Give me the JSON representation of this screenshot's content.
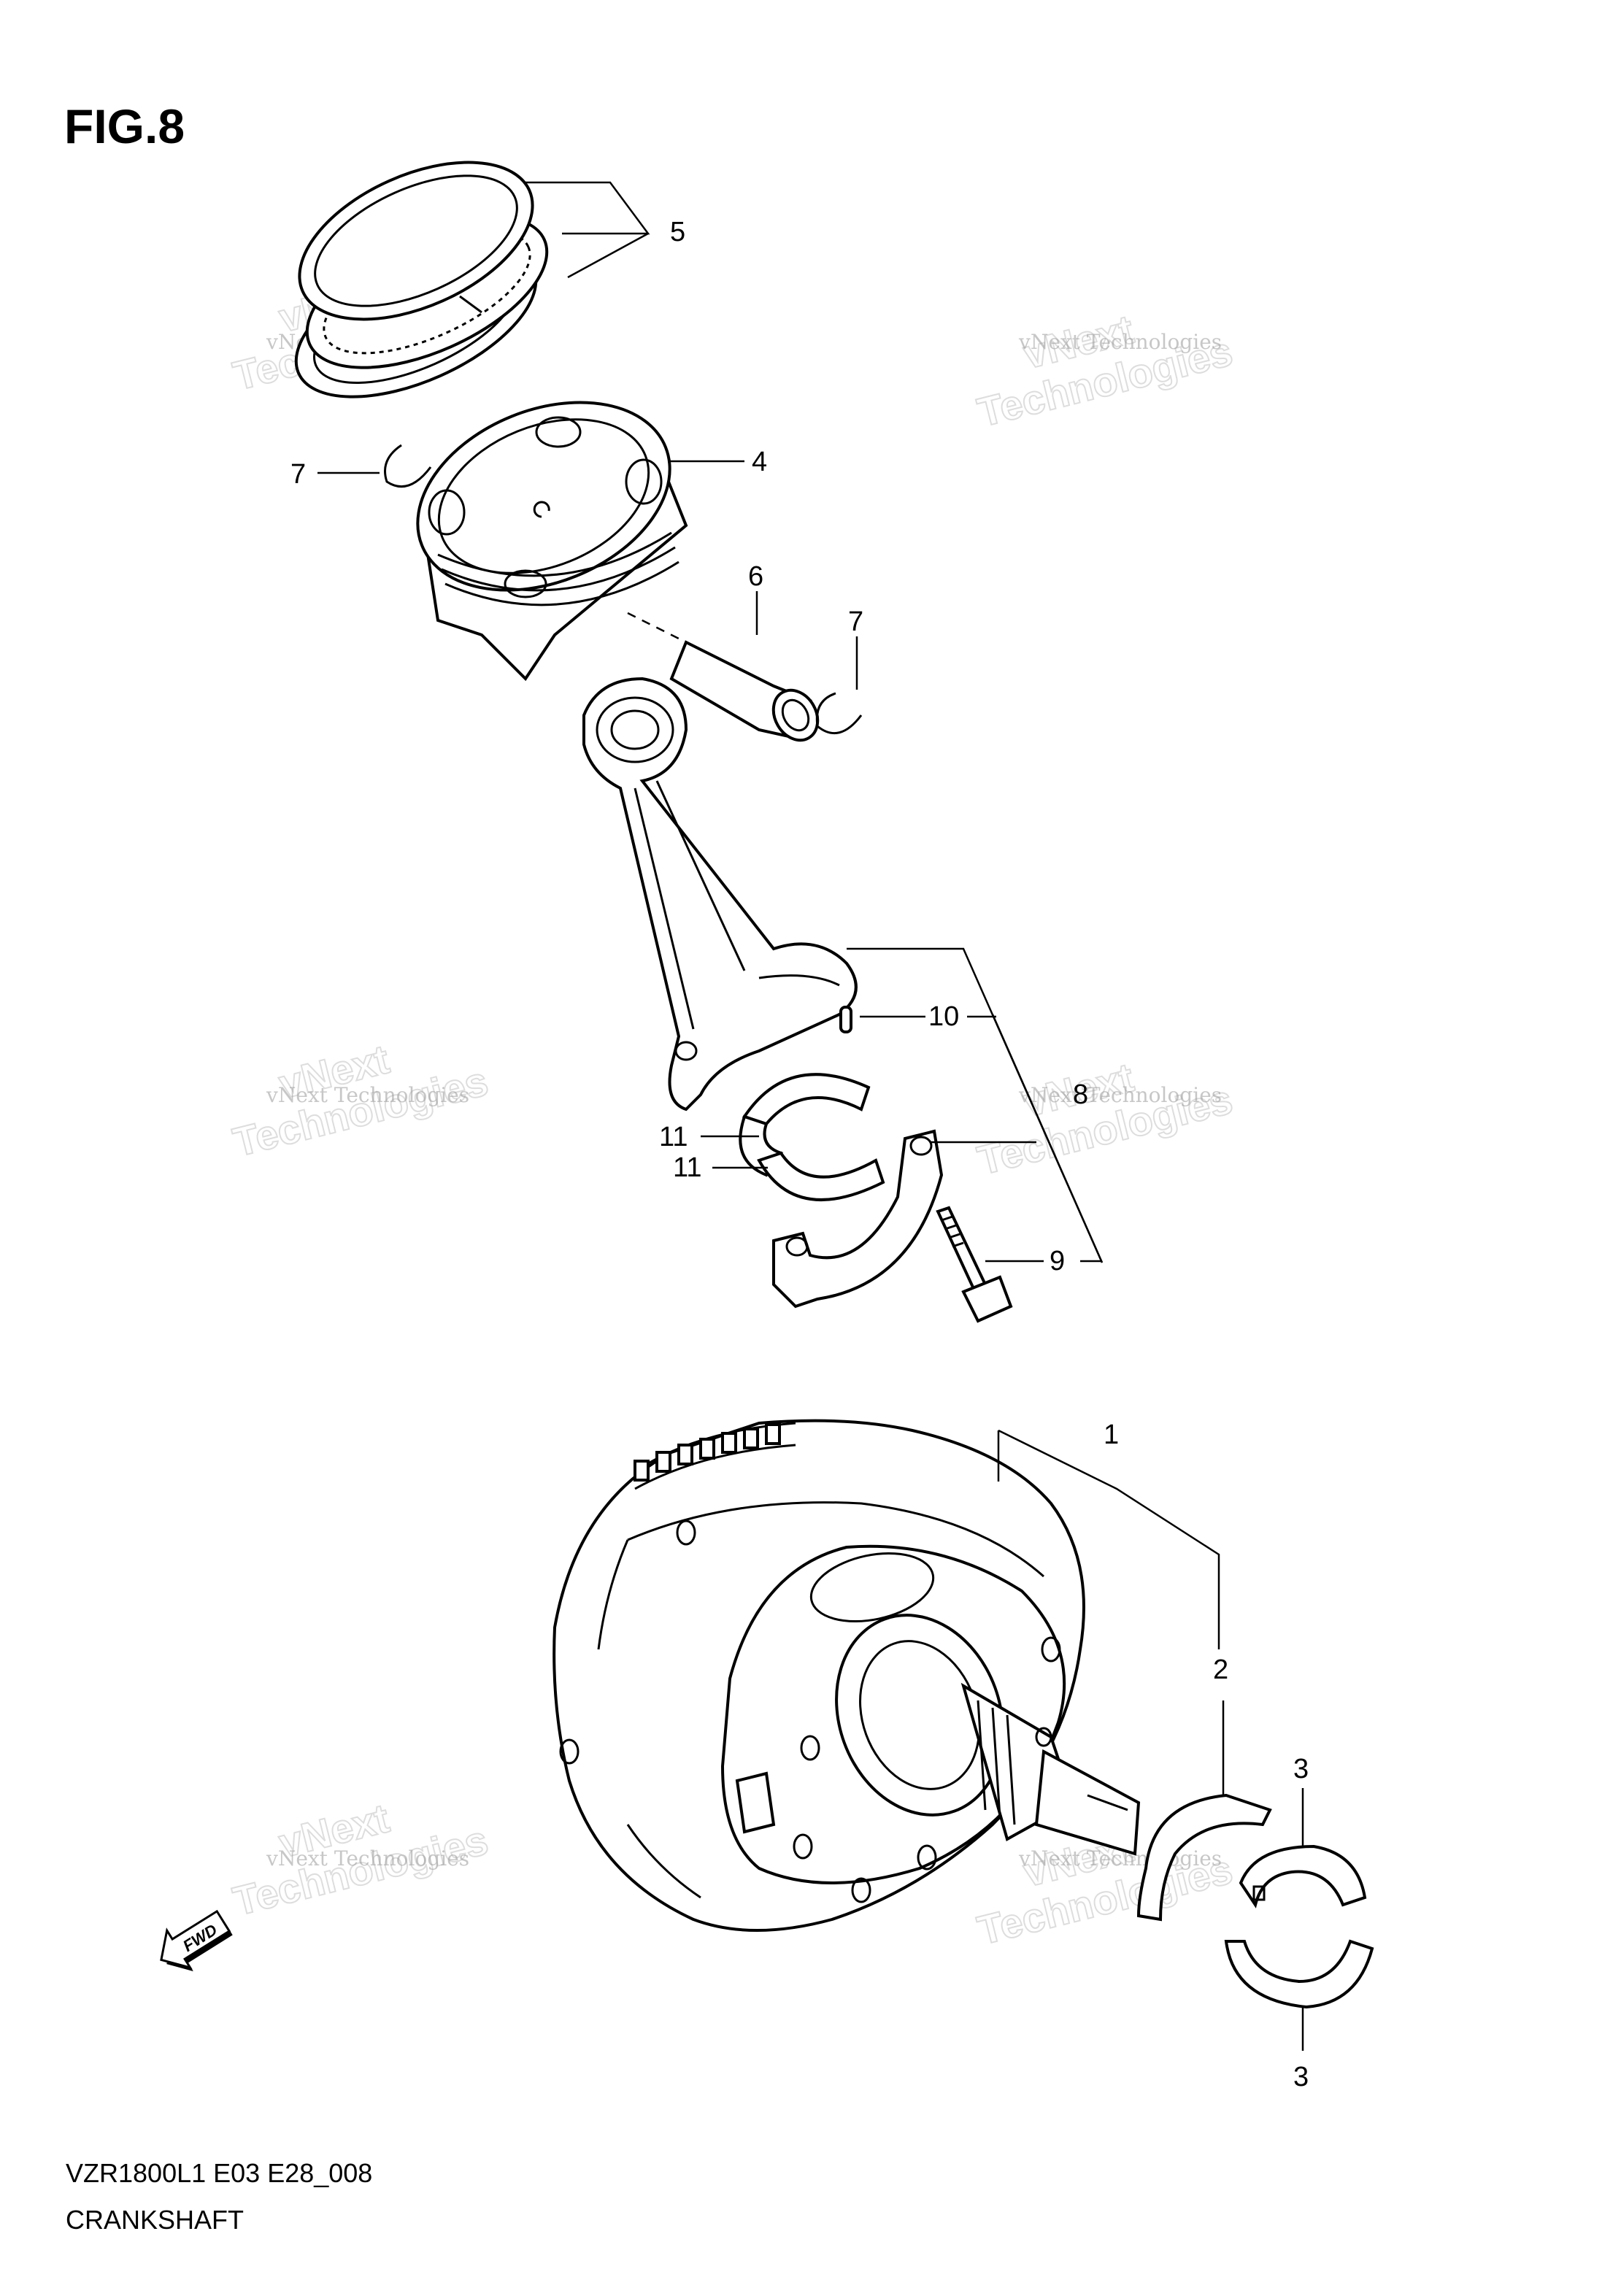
{
  "figure": {
    "title": "FIG.8",
    "code": "VZR1800L1 E03 E28_008",
    "name": "CRANKSHAFT",
    "fwd_label": "FWD"
  },
  "callouts": {
    "c1": "1",
    "c2": "2",
    "c3a": "3",
    "c3b": "3",
    "c4": "4",
    "c5": "5",
    "c6": "6",
    "c7a": "7",
    "c7b": "7",
    "c8": "8",
    "c9": "9",
    "c10": "10",
    "c11a": "11",
    "c11b": "11"
  },
  "watermark": {
    "line_small": "vNext Technologies",
    "word_big_1": "vNext",
    "word_big_2": "Technologies"
  }
}
